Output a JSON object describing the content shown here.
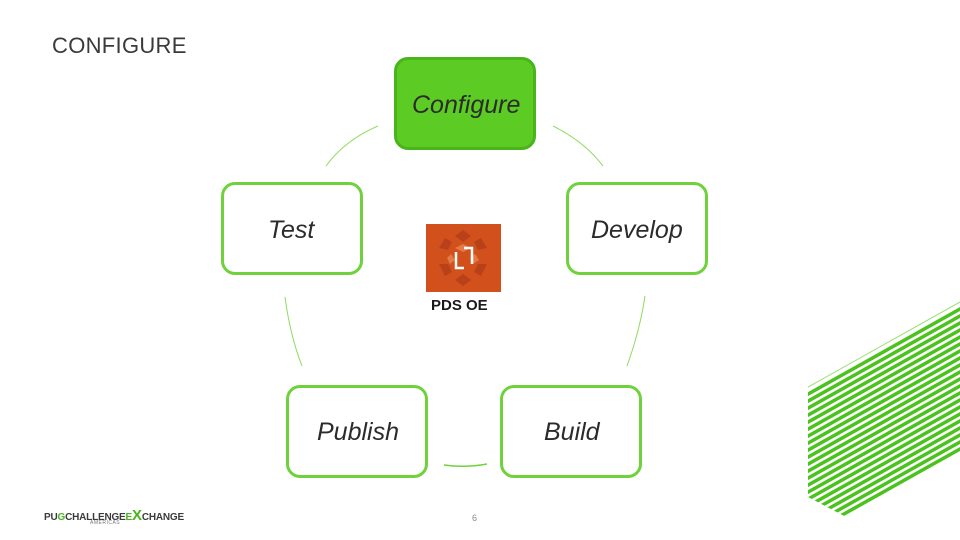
{
  "slide": {
    "title": "CONFIGURE",
    "page_number": "6"
  },
  "cycle": {
    "nodes": [
      {
        "id": "configure",
        "label": "Configure",
        "active": true
      },
      {
        "id": "develop",
        "label": "Develop",
        "active": false
      },
      {
        "id": "build",
        "label": "Build",
        "active": false
      },
      {
        "id": "publish",
        "label": "Publish",
        "active": false
      },
      {
        "id": "test",
        "label": "Test",
        "active": false
      }
    ],
    "center": {
      "label": "PDS OE",
      "icon": "pds-oe-logo-icon"
    }
  },
  "brand": {
    "part1": "PU",
    "part2": "G",
    "part3": "CHALLENGE",
    "part4": "E",
    "part5": "X",
    "part6": "CHANGE",
    "sub": "AMERICAS"
  },
  "colors": {
    "accent": "#5ccb23",
    "node_border": "#6fd23c",
    "logo_bg": "#d1501c",
    "text": "#2b2b2b"
  }
}
